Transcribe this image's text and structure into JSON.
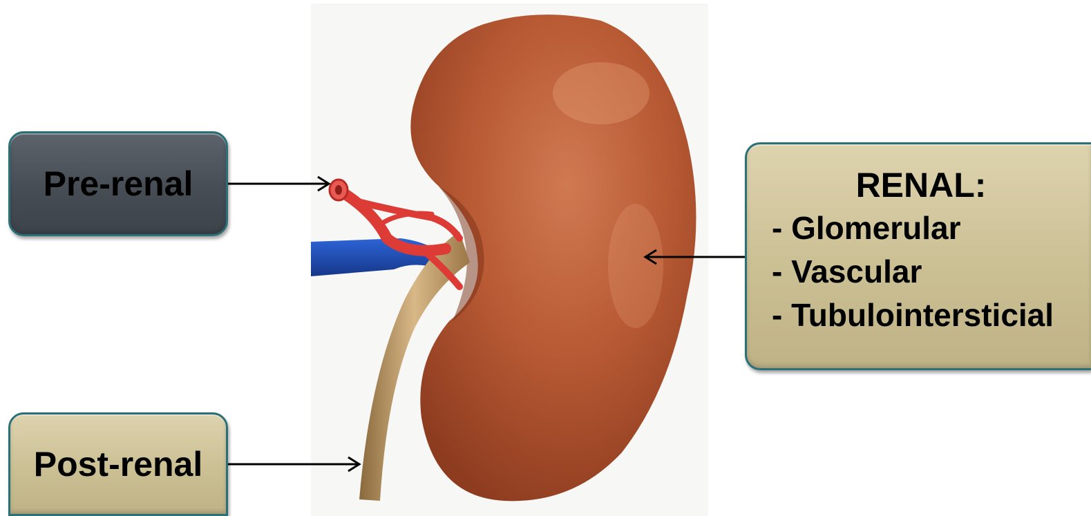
{
  "labels": {
    "pre_renal": "Pre-renal",
    "post_renal": "Post-renal",
    "renal_title": "RENAL:",
    "renal_items": [
      "- Glomerular",
      "- Vascular",
      "- Tubulointersticial"
    ]
  },
  "colors": {
    "pre_renal_box": "#474d54",
    "renal_box": "#cbbf94",
    "box_border": "#2b6f77",
    "kidney": "#b0532f",
    "artery": "#e0443e",
    "vein": "#1f4fb5",
    "ureter": "#b08a56"
  },
  "icons": [
    "kidney-illustration",
    "arrow-right",
    "arrow-left"
  ]
}
